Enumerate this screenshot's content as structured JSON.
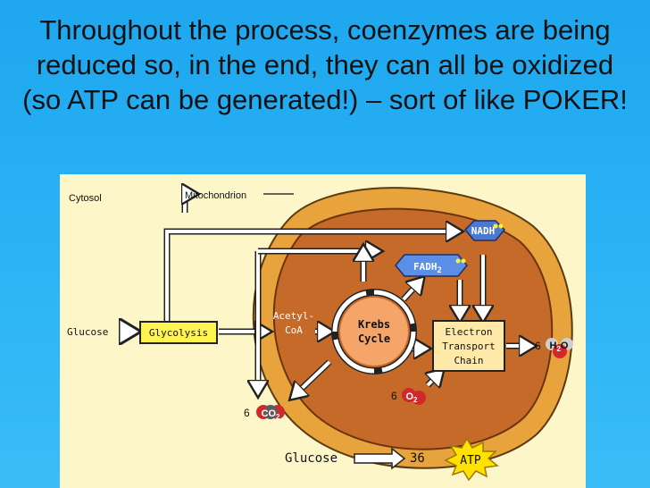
{
  "slide": {
    "title": "Throughout the process, coenzymes are being reduced so, in the end, they can all be oxidized (so ATP can be generated!) – sort of like POKER!"
  },
  "diagram": {
    "labels": {
      "cytosol": "Cytosol",
      "mitochondrion": "Mitochondrion",
      "glucose_input": "Glucose",
      "glycolysis": "Glycolysis",
      "acetyl_line1": "Acetyl-",
      "acetyl_line2": "CoA",
      "krebs_line1": "Krebs",
      "krebs_line2": "Cycle",
      "etc_line1": "Electron",
      "etc_line2": "Transport",
      "etc_line3": "Chain",
      "nadh": "NADH",
      "fadh2_main": "FADH",
      "fadh2_sub": "2",
      "co2_coef": "6",
      "co2_main": "CO",
      "co2_sub": "2",
      "o2_coef": "6",
      "o2_main": "O",
      "o2_sub": "2",
      "h2o_coef": "6",
      "h2o_h": "H",
      "h2o_sub": "2",
      "h2o_o": "O",
      "summary_glucose": "Glucose",
      "summary_count": "36",
      "atp": "ATP"
    },
    "colors": {
      "background": "#fdf6c9",
      "outer_membrane": "#e8a33c",
      "matrix": "#c66a2a",
      "glycolysis_box": "#fff44f",
      "etc_box": "#ffe9a8",
      "krebs_circle": "#f6a56a",
      "nadh_hex": "#4b78d1",
      "fadh2_hex": "#5b8ee6",
      "atp_burst": "#ffe200",
      "oxygen_atom": "#d3282b",
      "carbon_atom": "#5c5c5c"
    }
  }
}
